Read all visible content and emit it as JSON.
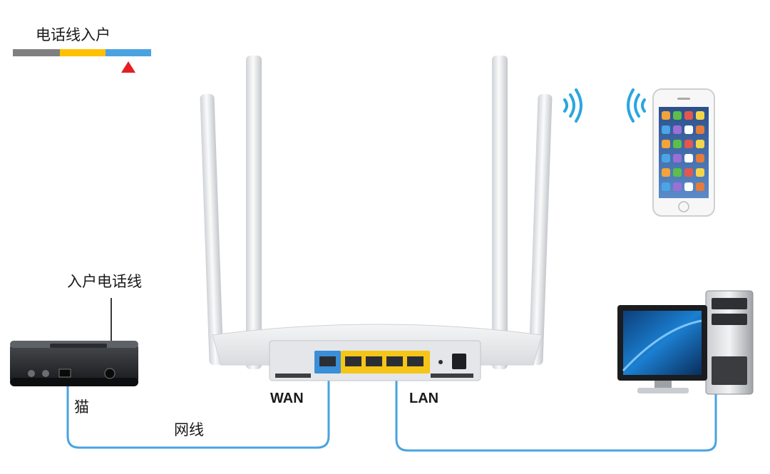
{
  "legend": {
    "title": "电话线入户",
    "segment_colors": [
      "#7f7f7f",
      "#ffc000",
      "#4aa3e0"
    ],
    "marker_color": "#e31e24"
  },
  "labels": {
    "incoming_line": "入户电话线",
    "modem": "猫",
    "network_cable": "网线",
    "wan": "WAN",
    "lan": "LAN"
  },
  "colors": {
    "cable": "#4aa3e0",
    "wan_port": "#3a8fd8",
    "lan_port": "#f5c518",
    "wifi": "#2aa6de"
  },
  "icons": [
    "modem-icon",
    "router-icon",
    "smartphone-icon",
    "desktop-computer-icon",
    "wifi-signal-icon"
  ]
}
